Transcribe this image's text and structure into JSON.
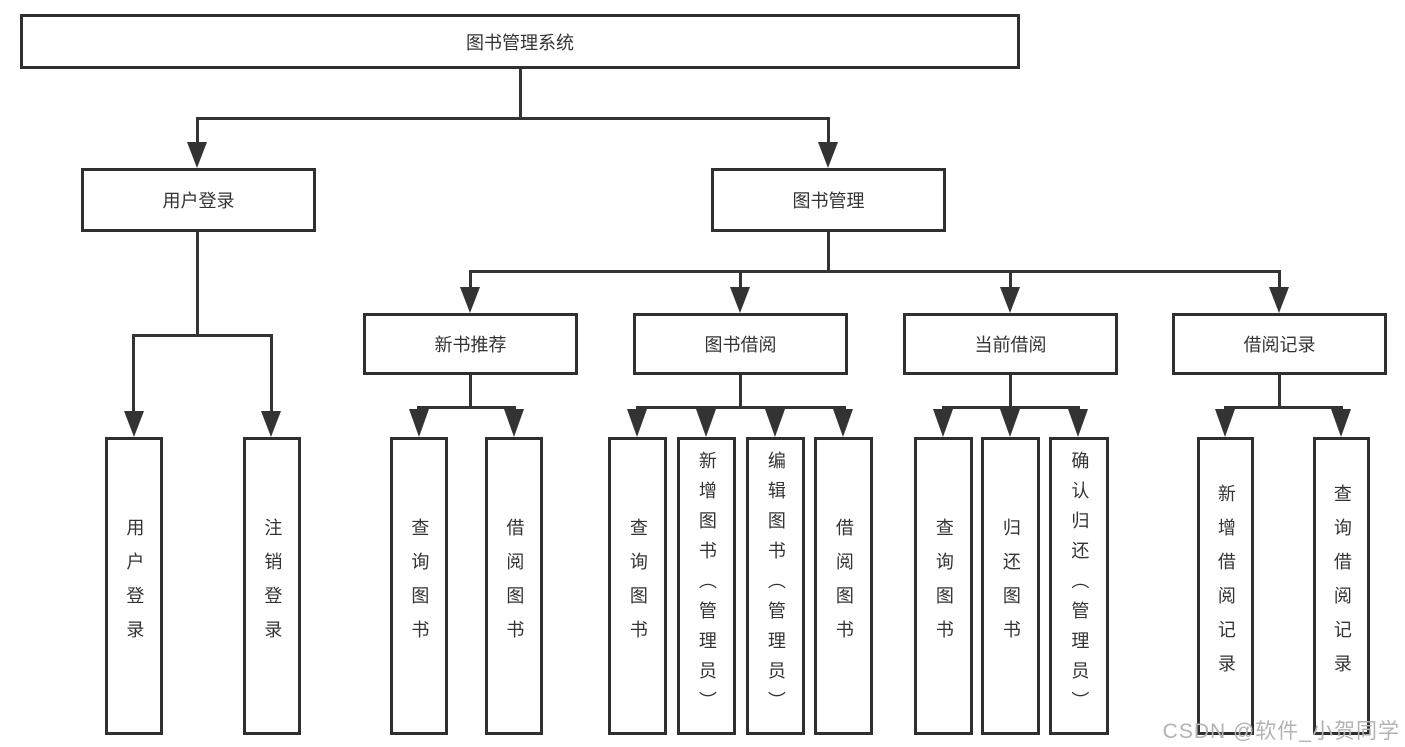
{
  "diagram": {
    "root": {
      "label": "图书管理系统"
    },
    "level2": [
      {
        "label": "用户登录"
      },
      {
        "label": "图书管理"
      }
    ],
    "level3": [
      {
        "label": "新书推荐"
      },
      {
        "label": "图书借阅"
      },
      {
        "label": "当前借阅"
      },
      {
        "label": "借阅记录"
      }
    ],
    "groups": [
      {
        "items": [
          {
            "label": "用户登录"
          },
          {
            "label": "注销登录"
          }
        ]
      },
      {
        "items": [
          {
            "label": "查询图书"
          },
          {
            "label": "借阅图书"
          }
        ]
      },
      {
        "items": [
          {
            "label": "查询图书"
          },
          {
            "label": "新增图书（管理员）"
          },
          {
            "label": "编辑图书（管理员）"
          },
          {
            "label": "借阅图书"
          }
        ]
      },
      {
        "items": [
          {
            "label": "查询图书"
          },
          {
            "label": "归还图书"
          },
          {
            "label": "确认归还（管理员）"
          }
        ]
      },
      {
        "items": [
          {
            "label": "新增借阅记录"
          },
          {
            "label": "查询借阅记录"
          }
        ]
      }
    ],
    "watermark": "CSDN @软件_小贺同学",
    "colors": {
      "line": "#333333",
      "box_border": "#2f2f2f",
      "text": "#333333",
      "watermark": "#b3b3b3",
      "background": "#ffffff"
    }
  }
}
